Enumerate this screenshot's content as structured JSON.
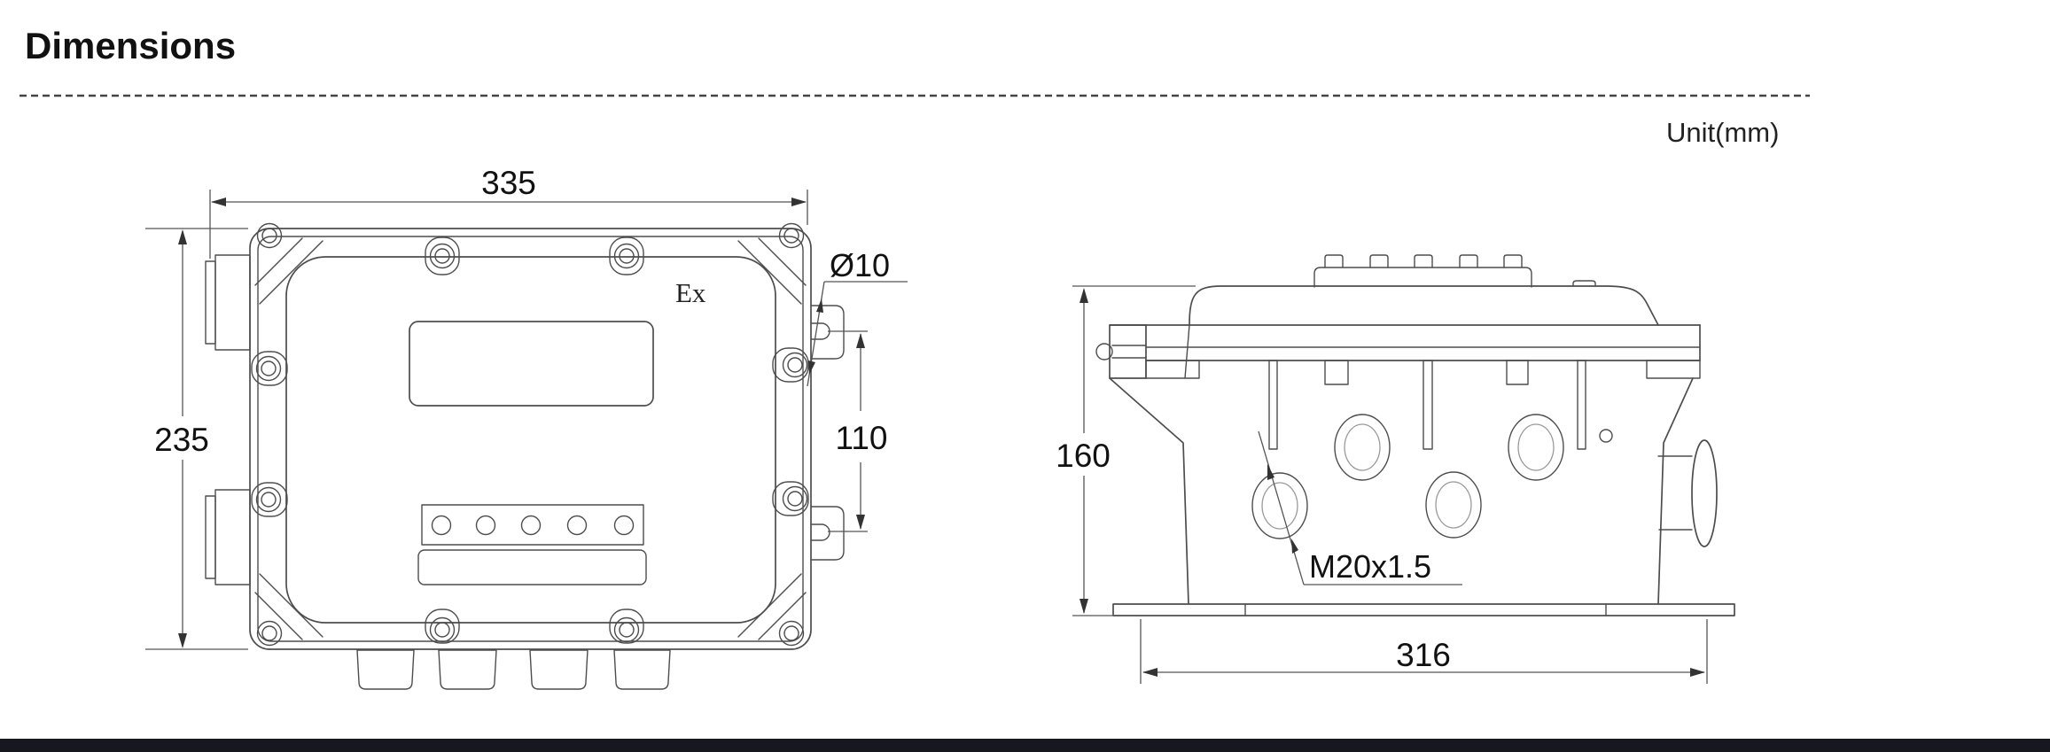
{
  "header": {
    "title": "Dimensions",
    "unit": "Unit(mm)"
  },
  "front_view": {
    "width_label": "335",
    "height_label": "235",
    "mounting_hole_diameter_label": "Ø10",
    "mounting_hole_spacing_label": "110",
    "marking": "Ex"
  },
  "side_view": {
    "height_label": "160",
    "base_width_label": "316",
    "cable_gland_thread_label": "M20x1.5"
  },
  "colors": {
    "line": "#4d4d4d",
    "dimension": "#555555",
    "text": "#111111",
    "divider": "#444444",
    "footer_bar": "#171720",
    "background": "#ffffff"
  }
}
